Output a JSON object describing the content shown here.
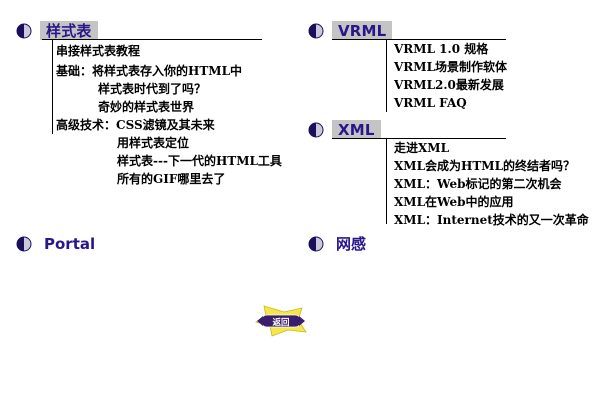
{
  "sections": {
    "css": {
      "title": "样式表",
      "items": [
        {
          "label": "",
          "text": "串接样式表教程"
        },
        {
          "label": "基础：",
          "text": "将样式表存入你的HTML中"
        },
        {
          "label": "",
          "text": "样式表时代到了吗？"
        },
        {
          "label": "",
          "text": "奇妙的样式表世界"
        },
        {
          "label": "高级技术：",
          "text": "CSS滤镜及其未来"
        },
        {
          "label": "",
          "text": "用样式表定位"
        },
        {
          "label": "",
          "text": "样式表---下一代的HTML工具"
        },
        {
          "label": "",
          "text": "所有的GIF哪里去了"
        }
      ]
    },
    "vrml": {
      "title": "VRML",
      "items": [
        "VRML 1.0 规格",
        "VRML场景制作软体",
        "VRML2.0最新发展",
        "VRML FAQ"
      ]
    },
    "xml": {
      "title": "XML",
      "items": [
        "走进XML",
        "XML会成为HTML的终结者吗？",
        "XML：Web标记的第二次机会",
        "XML在Web中的应用",
        "XML：Internet技术的又一次革命"
      ]
    },
    "portal": {
      "title": "Portal"
    },
    "wanggan": {
      "title": "网感"
    }
  },
  "return_button": {
    "label": "返回"
  },
  "colors": {
    "title_text": "#2a168a",
    "title_box": "#c4c4c4",
    "bullet_dark": "#1a0f5c",
    "button_yellow": "#f5e64a",
    "button_purple": "#3b1d6e"
  },
  "icons": {
    "bullet": "half-moon-bullet-icon",
    "return": "return-arrow-icon"
  }
}
